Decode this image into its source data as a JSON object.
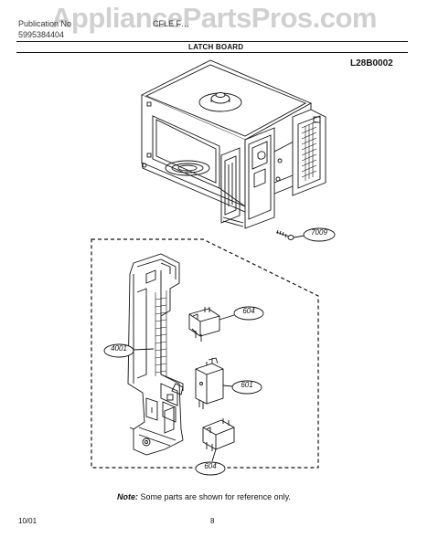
{
  "watermark": "AppliancePartsPros.com",
  "header": {
    "left_line1": "Publication No",
    "left_line2": "5995384404",
    "right_line1": "CFLE F…",
    "section_title": "LATCH BOARD",
    "diagram_code": "L28B0002"
  },
  "callouts": {
    "screw": "7009",
    "latch_board": "4001",
    "switch_top": "604",
    "switch_mid": "601",
    "switch_bottom": "604"
  },
  "note": {
    "prefix": "Note:",
    "text": "Some parts are shown for reference only."
  },
  "footer": {
    "date": "10/01",
    "page": "8"
  }
}
